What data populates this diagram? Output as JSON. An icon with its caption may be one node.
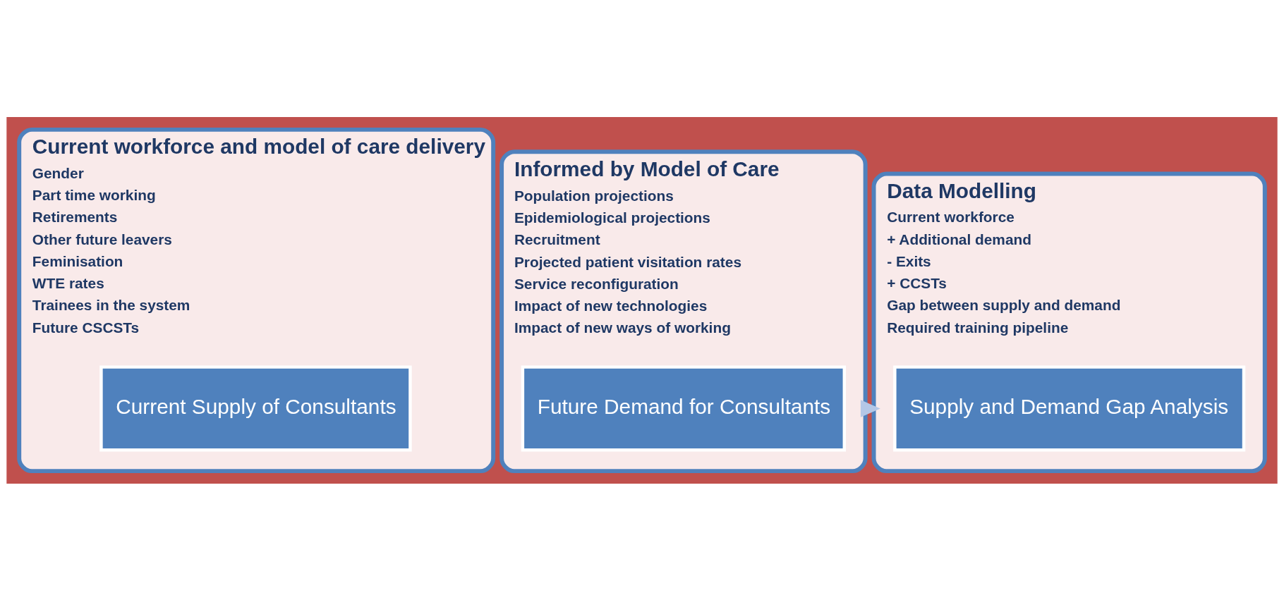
{
  "diagram": {
    "nodes": [
      {
        "text": [
          "Current workforce and model of care delivery",
          "Gender",
          "Part time working",
          "Retirements",
          "Other future leavers",
          "Feminisation",
          "WTE rates",
          "Trainees in the system",
          "Future CSCSTs"
        ]
      },
      {
        "text": [
          "Current Supply of Consultants"
        ],
        "in": 0
      },
      {
        "text": [
          "Informed by Model of Care",
          "Population projections",
          "Epidemiological projections",
          "Recruitment",
          "Projected patient visitation rates",
          "Service reconfiguration",
          "Impact of new technologies",
          "Impact of new ways of working"
        ]
      },
      {
        "text": [
          "Future Demand for Consultants"
        ],
        "in": 2
      },
      {
        "text": [
          "Data Modelling",
          "Current workforce",
          "+ Additional demand",
          "- Exits",
          "+ CCSTs",
          "Gap between supply and demand",
          "Required training pipeline"
        ]
      },
      {
        "text": [
          "Supply and Demand Gap Analysis"
        ],
        "in": 4
      }
    ],
    "edges": [
      {
        "from": 2,
        "to": 4,
        "arrow": "to"
      }
    ]
  }
}
